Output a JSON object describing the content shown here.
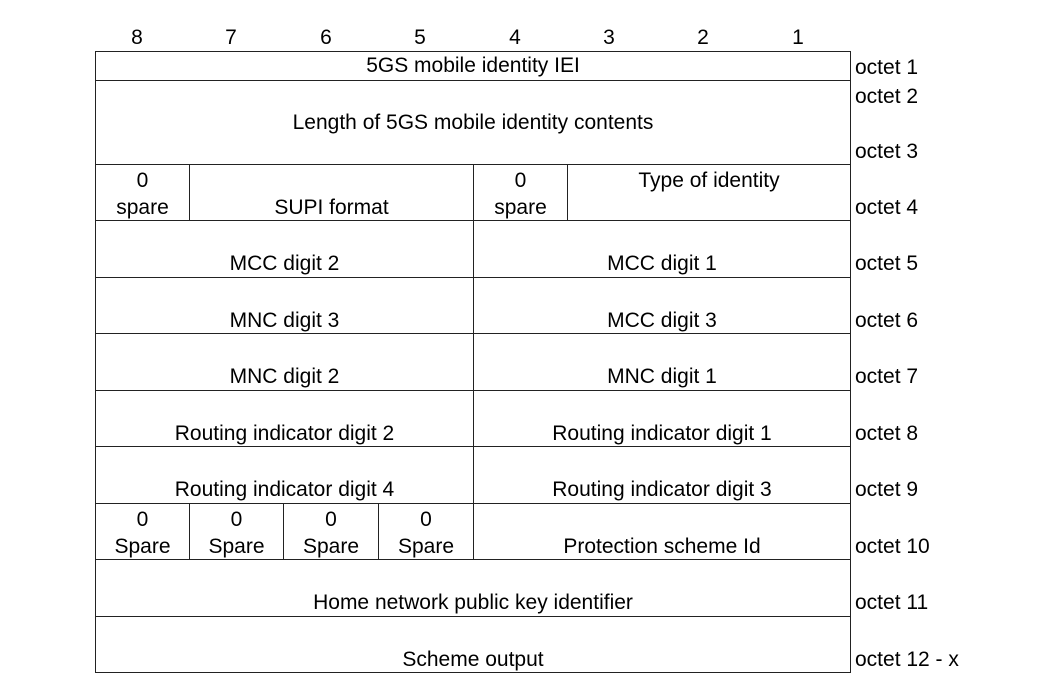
{
  "bits": [
    "8",
    "7",
    "6",
    "5",
    "4",
    "3",
    "2",
    "1"
  ],
  "rows": {
    "iei": "5GS mobile identity IEI",
    "length": "Length of 5GS mobile identity contents",
    "spare_bit": "0",
    "spare_lower": "spare",
    "spare_upper": "Spare",
    "supi_format": "SUPI format",
    "type_of_identity": "Type of identity",
    "mcc2": "MCC digit 2",
    "mcc1": "MCC digit 1",
    "mnc3": "MNC digit 3",
    "mcc3": "MCC digit 3",
    "mnc2": "MNC digit 2",
    "mnc1": "MNC digit 1",
    "ri2": "Routing indicator digit 2",
    "ri1": "Routing indicator digit 1",
    "ri4": "Routing indicator digit 4",
    "ri3": "Routing indicator digit 3",
    "protection": "Protection scheme Id",
    "hnpki": "Home network public key identifier",
    "scheme_output": "Scheme output"
  },
  "octets": [
    "octet 1",
    "octet 2",
    "octet 3",
    "octet 4",
    "octet 5",
    "octet 6",
    "octet 7",
    "octet 8",
    "octet 9",
    "octet 10",
    "octet 11",
    "octet 12 - x"
  ]
}
